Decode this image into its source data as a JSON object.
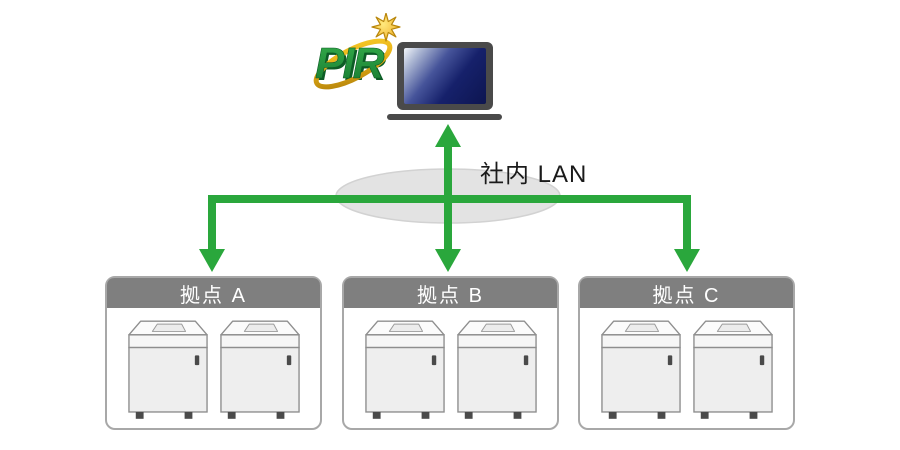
{
  "colors": {
    "line_green": "#2aa73c",
    "site_header_gray": "#7f7f7f",
    "site_border": "#a8a8a8",
    "lan_ellipse_fill": "#e3e3e3",
    "lan_ellipse_stroke": "#d2d2d2",
    "laptop_body": "#4a4a4a",
    "screen_navy": "#16216b",
    "logo_green_light": "#36ad4b",
    "logo_green_dark": "#157a30",
    "logo_gold": "#e8b117",
    "label_text": "#1a1a1a",
    "machine_outline": "#8e8e8e"
  },
  "logo": {
    "text": "PIR"
  },
  "network": {
    "lan_label": "社内 LAN"
  },
  "sites": [
    {
      "label": "拠点 A",
      "machine_count": 2
    },
    {
      "label": "拠点 B",
      "machine_count": 2
    },
    {
      "label": "拠点 C",
      "machine_count": 2
    }
  ]
}
